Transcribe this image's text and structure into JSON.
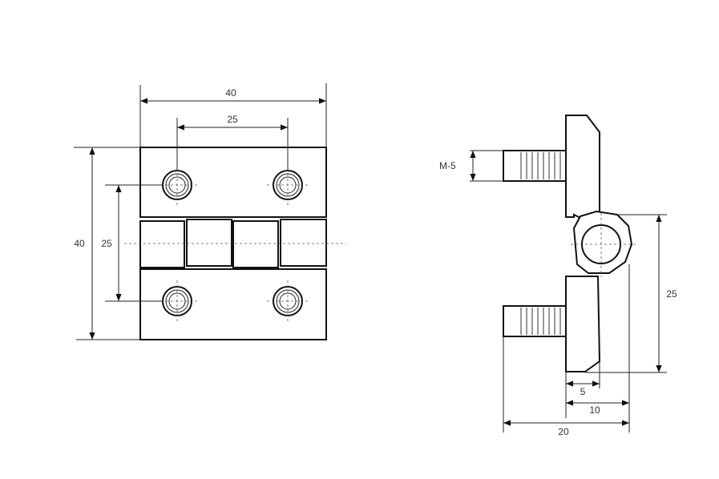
{
  "front_view": {
    "width_overall": "40",
    "width_holes": "25",
    "height_overall": "40",
    "height_holes": "25"
  },
  "side_view": {
    "thread": "M-5",
    "height_holes": "25",
    "dim_5": "5",
    "dim_10": "10",
    "dim_20": "20"
  }
}
